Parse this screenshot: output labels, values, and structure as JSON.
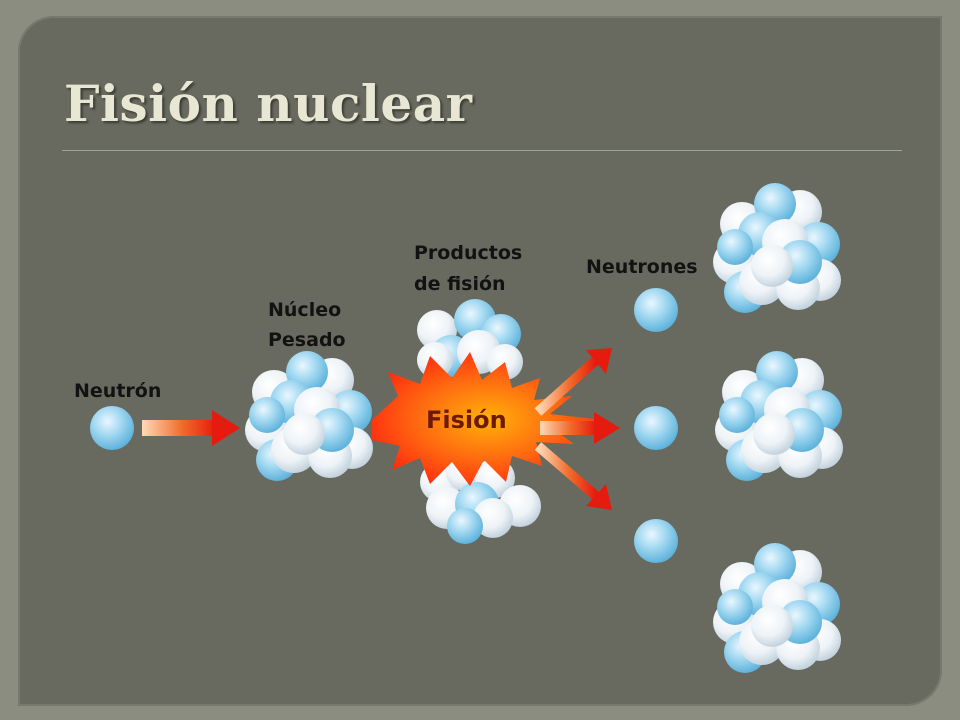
{
  "slide": {
    "title": "Fisión nuclear"
  },
  "diagram": {
    "labels": {
      "neutron": "Neutrón",
      "heavy_nucleus_line1": "Núcleo",
      "heavy_nucleus_line2": "Pesado",
      "products_line1": "Productos",
      "products_line2": "de fisión",
      "neutrons": "Neutrones",
      "fission": "Fisión"
    },
    "colors": {
      "neutron_ball": "#9fd2ec",
      "nucleus_ball": "#f0f3f6",
      "arrow": "#e51b0f",
      "burst_outer": "#ff2a10",
      "burst_inner": "#ffb10a"
    }
  }
}
